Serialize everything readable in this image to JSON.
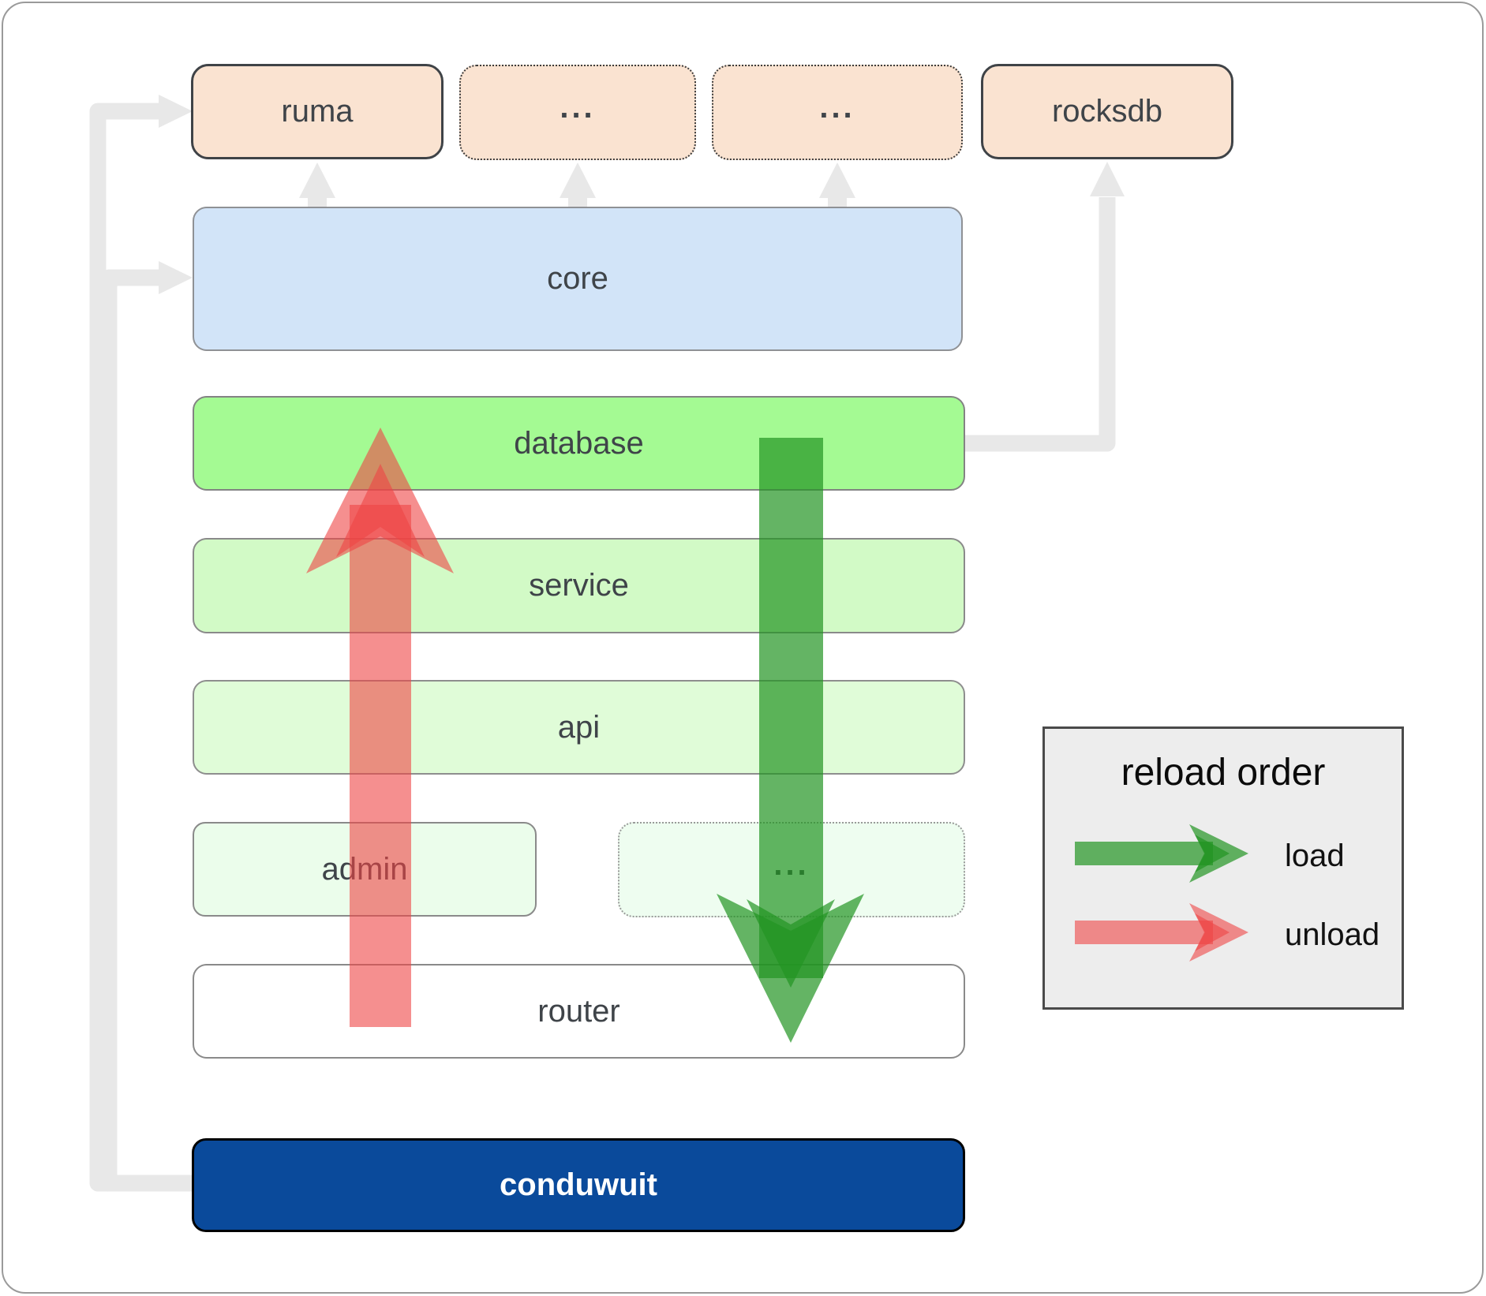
{
  "top_row": [
    {
      "label": "ruma"
    },
    {
      "label": "..."
    },
    {
      "label": "..."
    },
    {
      "label": "rocksdb"
    }
  ],
  "layers": {
    "core": "core",
    "database": "database",
    "service": "service",
    "api": "api",
    "admin": "admin",
    "more": "...",
    "router": "router",
    "app": "conduwuit"
  },
  "legend": {
    "title": "reload order",
    "load_label": "load",
    "unload_label": "unload"
  },
  "colors": {
    "load_arrow": "rgba(34,148,34,0.7)",
    "unload_arrow": "rgba(239,68,68,0.6)",
    "connector": "#e8e8e8",
    "peach_box": "#fae3d1",
    "core_box": "#d2e4f8",
    "database_box": "#a4fa93",
    "service_box": "#d2fac6",
    "api_box": "#e0fcd8",
    "admin_box": "#ebfdeb",
    "conduwuit_box": "#0a4a9b",
    "legend_bg": "#ededed",
    "label_text": "#3f4449"
  }
}
